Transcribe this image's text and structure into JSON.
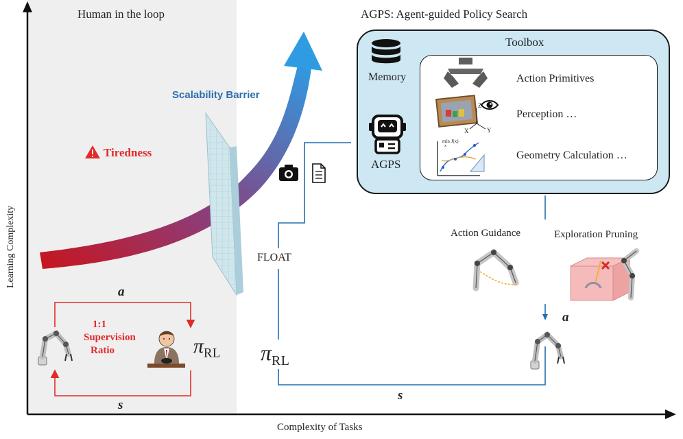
{
  "axes": {
    "x_label": "Complexity of Tasks",
    "y_label": "Learning Complexity"
  },
  "human_loop": {
    "title": "Human in the loop",
    "tiredness": "Tiredness",
    "ratio": "1:1",
    "ratio_line2": "Supervision",
    "ratio_line3": "Ratio",
    "action_symbol": "a",
    "state_symbol": "s",
    "policy_pi": "π",
    "policy_sub": "RL"
  },
  "barrier": {
    "label": "Scalability Barrier"
  },
  "agps": {
    "title": "AGPS: Agent-guided Policy Search",
    "toolbox_title": "Toolbox",
    "memory_label": "Memory",
    "agent_label": "AGPS",
    "tools": {
      "primitives": "Action Primitives",
      "perception": "Perception …",
      "geometry": "Geometry Calculation …"
    },
    "geometry_formula": "min J(x)",
    "geometry_formula_sub": "x",
    "axis_x": "X",
    "axis_y": "Y",
    "axis_z": "Z"
  },
  "loop": {
    "float_label": "FLOAT",
    "action_guidance": "Action Guidance",
    "exploration_pruning": "Exploration Pruning",
    "action_symbol": "a",
    "state_symbol": "s",
    "policy_pi": "π",
    "policy_sub": "RL"
  },
  "colors": {
    "red": "#e02b2b",
    "blue": "#1f6fb2",
    "panel": "#cde7f3",
    "barrier_text": "#2b6fae"
  }
}
